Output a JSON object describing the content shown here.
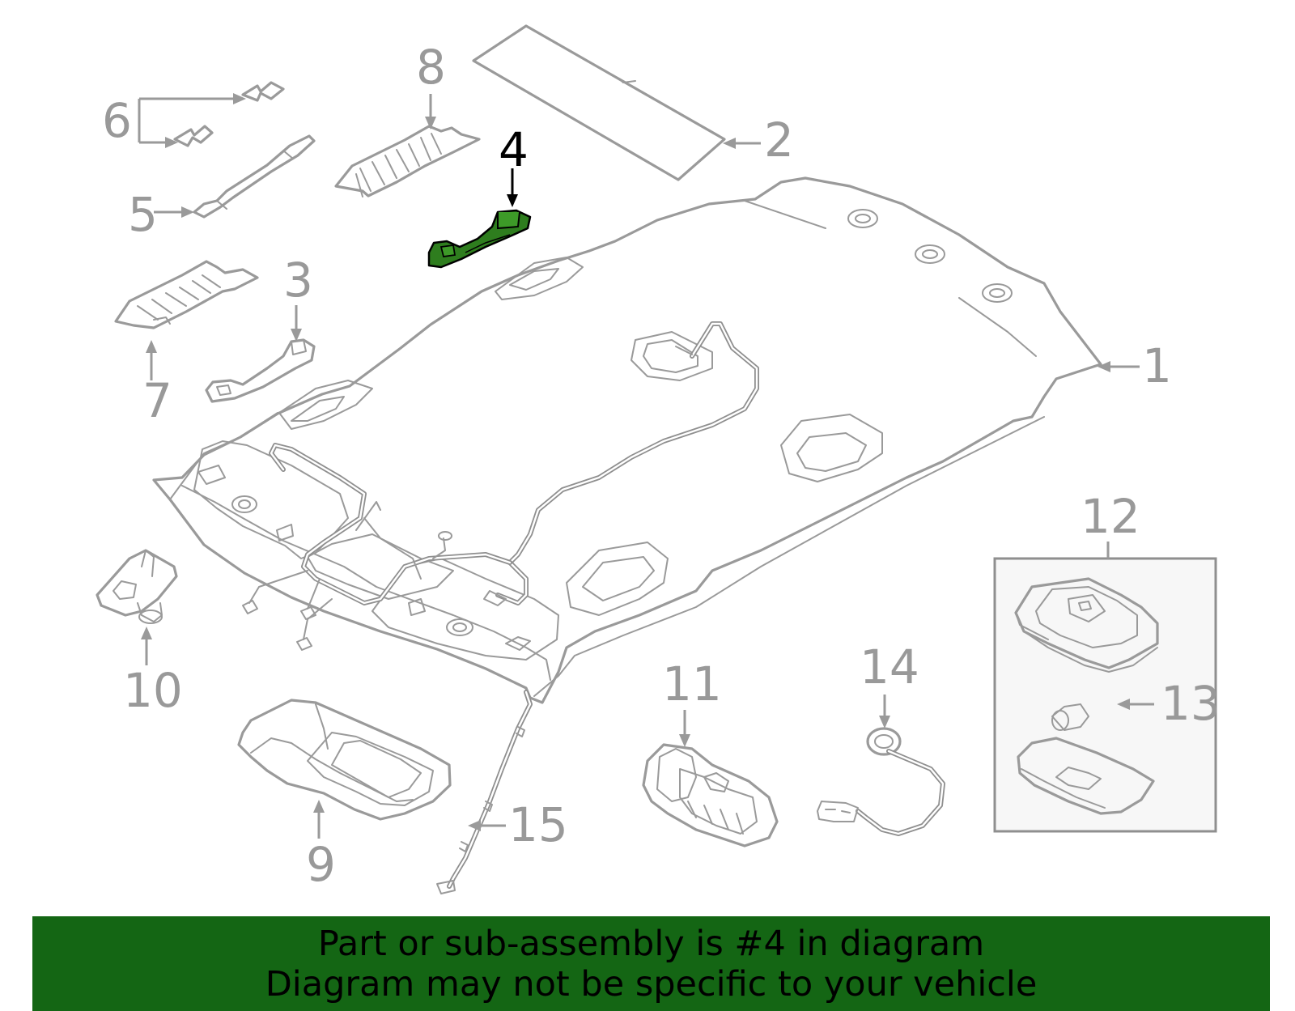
{
  "diagram": {
    "highlighted_part": "4",
    "highlight_color": "#2e7d1e",
    "line_color": "#9a9a9a",
    "callouts": [
      "1",
      "2",
      "3",
      "4",
      "5",
      "6",
      "7",
      "8",
      "9",
      "10",
      "11",
      "12",
      "13",
      "14",
      "15"
    ]
  },
  "footer": {
    "background_color": "#146614",
    "line1": "Part or sub-assembly is #4 in diagram",
    "line2": "Diagram may not be specific to your vehicle"
  }
}
